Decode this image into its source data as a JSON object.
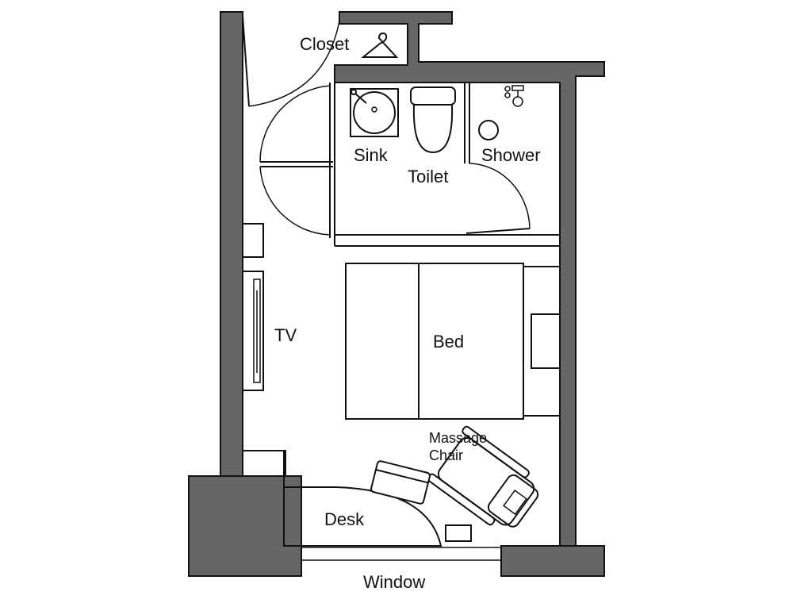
{
  "rooms": {
    "closet": "Closet",
    "sink": "Sink",
    "toilet": "Toilet",
    "shower": "Shower",
    "tv": "TV",
    "bed": "Bed",
    "massage_chair_line1": "Massage",
    "massage_chair_line2": "Chair",
    "desk": "Desk",
    "window": "Window"
  },
  "icons": {
    "closet": "hanger-icon",
    "sink": "sink-basin-icon",
    "toilet": "toilet-icon",
    "shower": "shower-head-icon"
  },
  "colors": {
    "wall_fill": "#666666",
    "line": "#111111",
    "background": "#ffffff"
  }
}
